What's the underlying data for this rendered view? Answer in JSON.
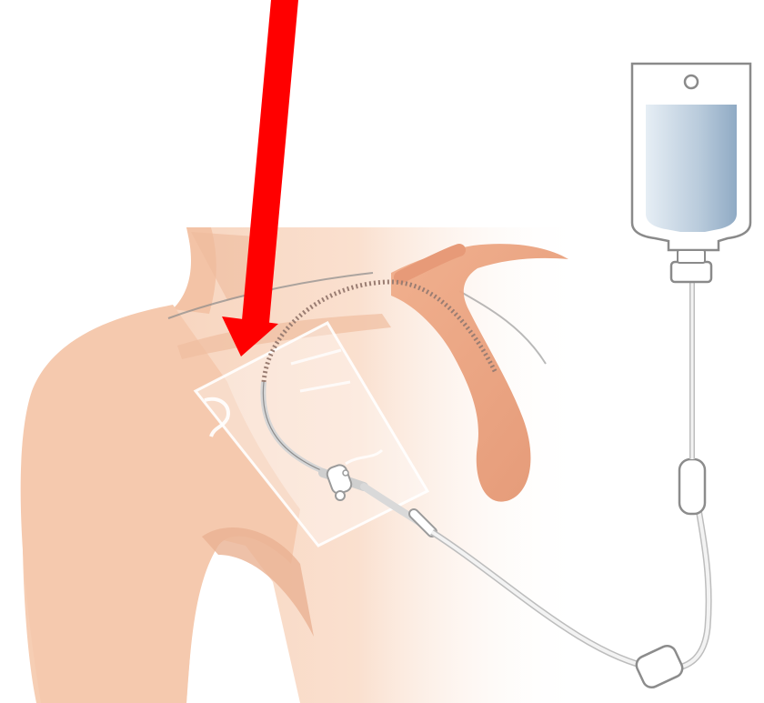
{
  "illustration": {
    "colors": {
      "background": "#ffffff",
      "skin": "#f6cdb3",
      "skin_shadow": "#eeb596",
      "vessel": "#e9a27f",
      "arrow": "#ff0000",
      "iv_fluid": "#a9bfd4",
      "tubing": "#dcdcdc",
      "dressing": "#ffffff"
    },
    "icons": [
      "red-pointer-arrow",
      "iv-bag-icon",
      "catheter-line",
      "transparent-dressing"
    ]
  }
}
